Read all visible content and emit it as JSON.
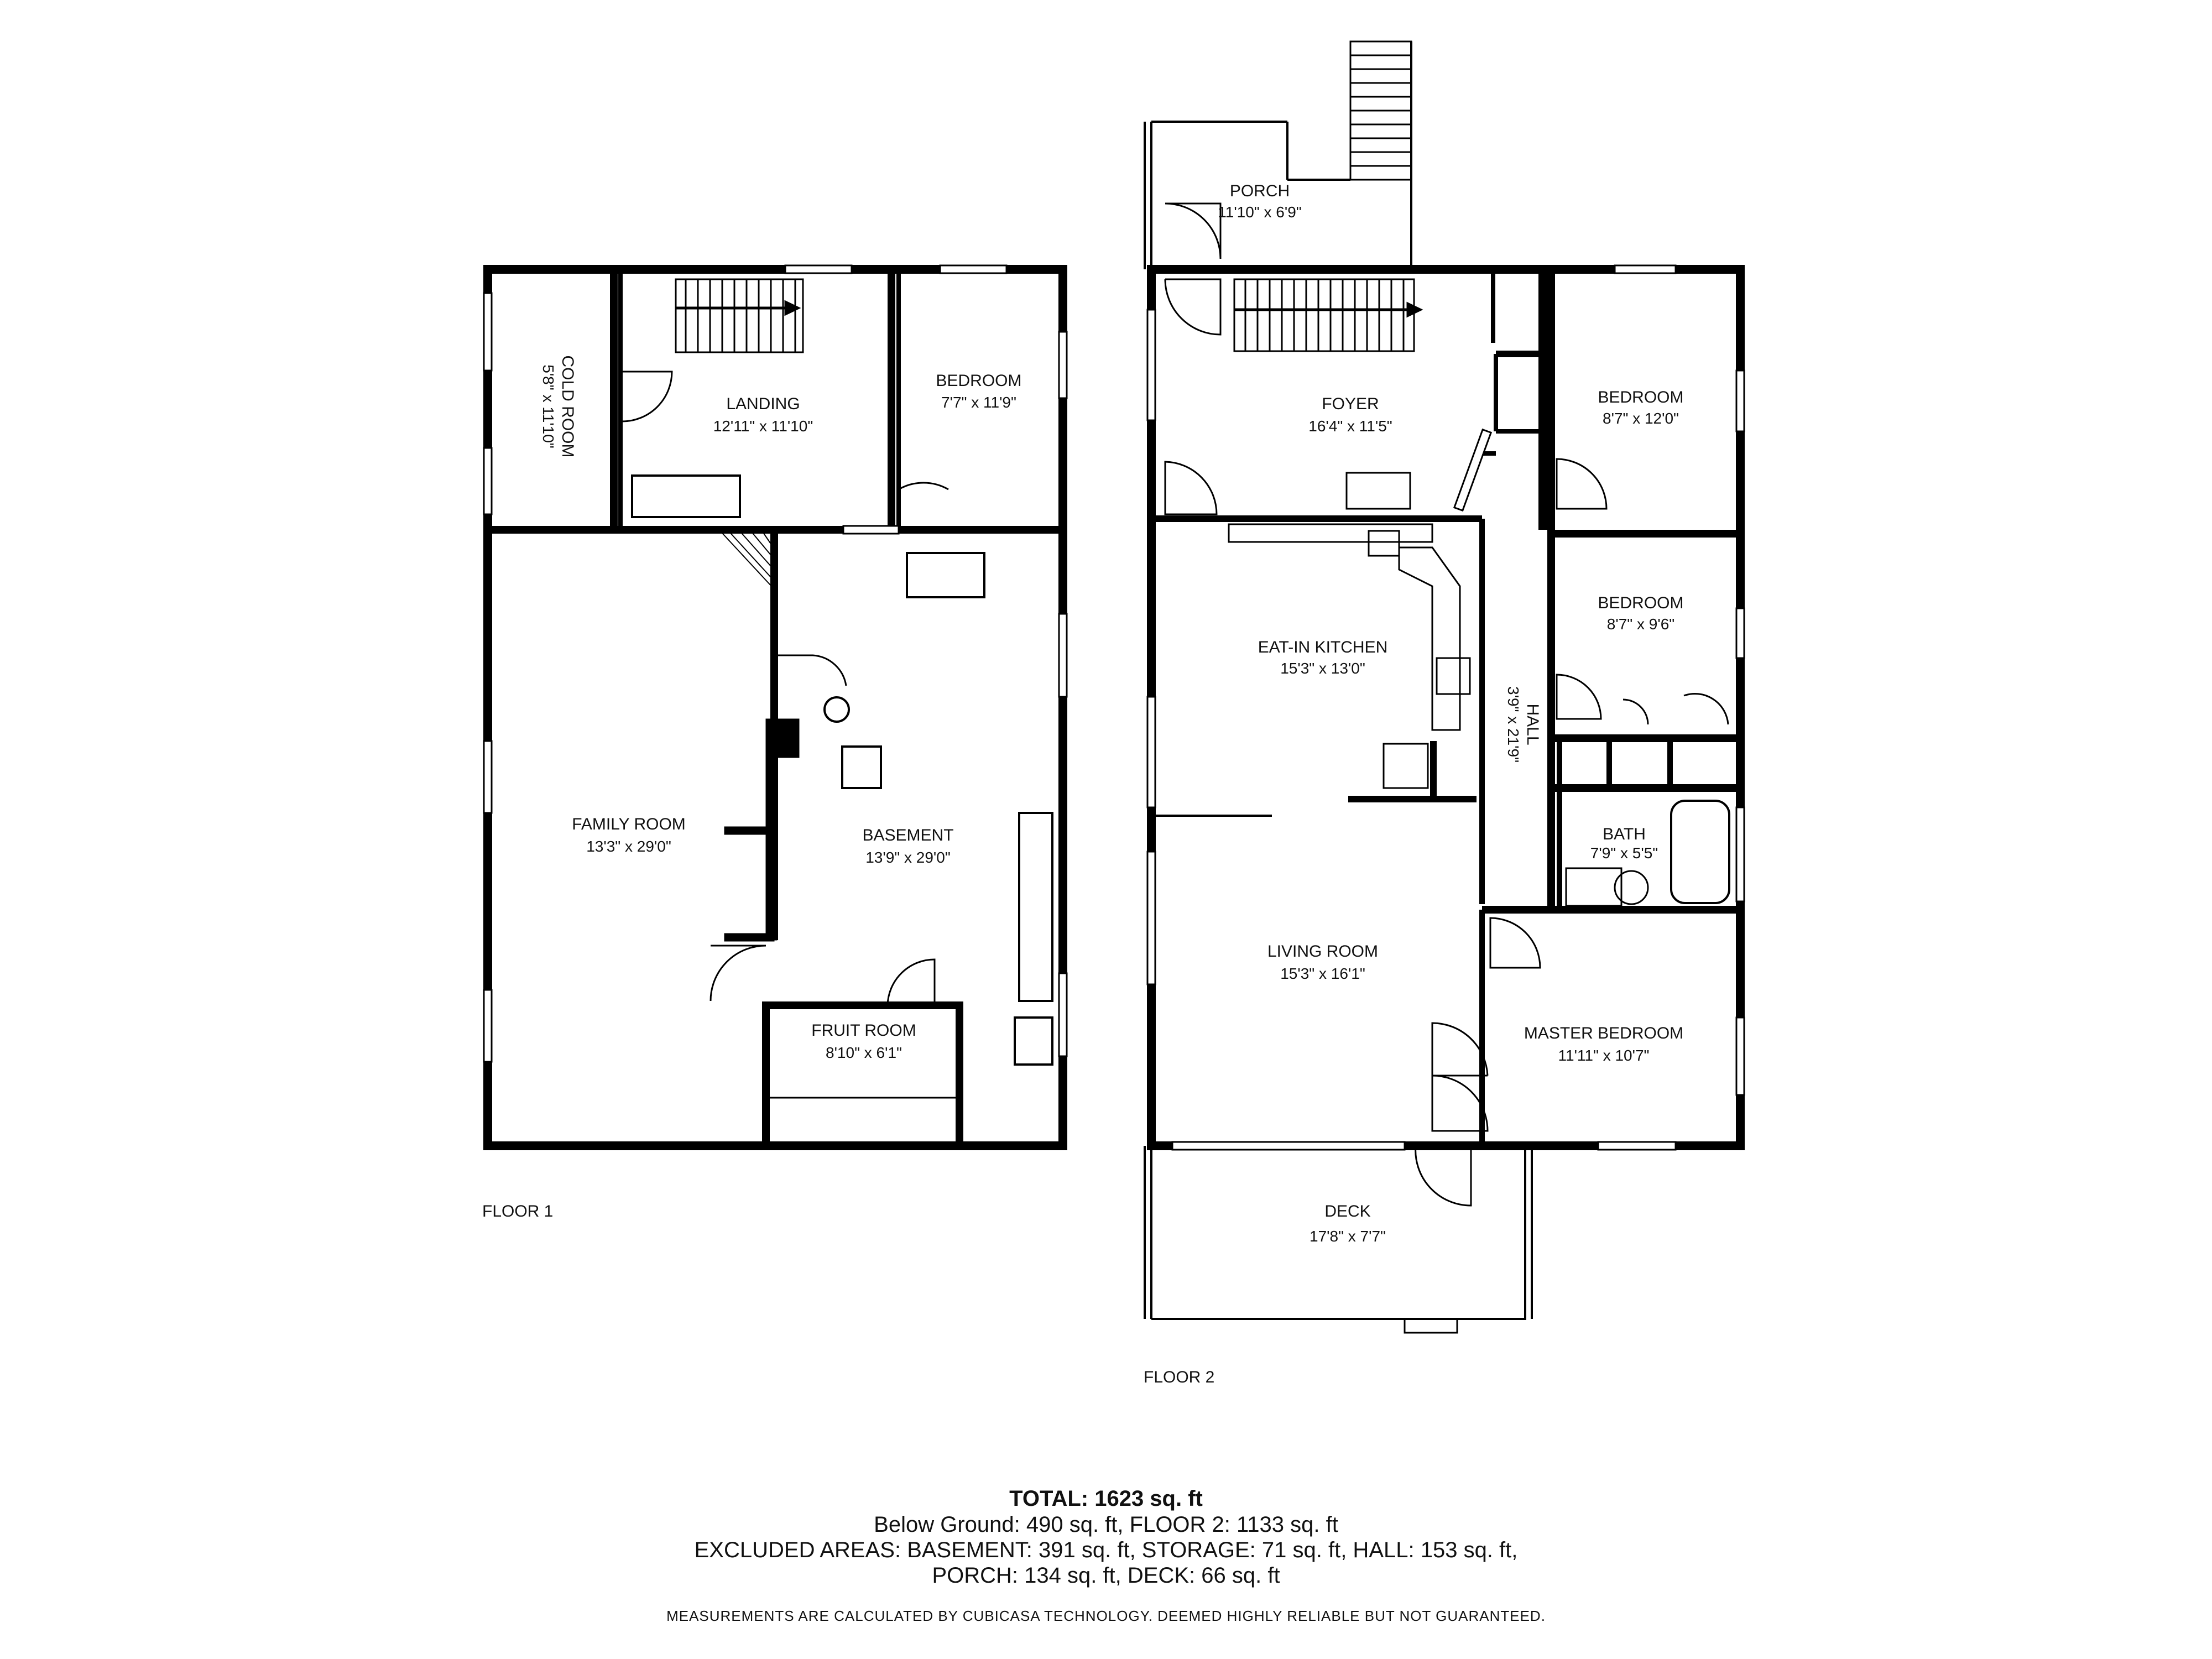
{
  "floors": [
    {
      "label": "FLOOR 1",
      "rooms": [
        {
          "name": "COLD ROOM",
          "dims": "5'8\" x 11'10\""
        },
        {
          "name": "LANDING",
          "dims": "12'11\" x 11'10\""
        },
        {
          "name": "BEDROOM",
          "dims": "7'7\" x 11'9\""
        },
        {
          "name": "FAMILY ROOM",
          "dims": "13'3\" x 29'0\""
        },
        {
          "name": "BASEMENT",
          "dims": "13'9\" x 29'0\""
        },
        {
          "name": "FRUIT ROOM",
          "dims": "8'10\" x 6'1\""
        }
      ]
    },
    {
      "label": "FLOOR 2",
      "rooms": [
        {
          "name": "PORCH",
          "dims": "11'10\" x 6'9\""
        },
        {
          "name": "FOYER",
          "dims": "16'4\" x 11'5\""
        },
        {
          "name": "BEDROOM",
          "dims": "8'7\" x 12'0\""
        },
        {
          "name": "BEDROOM",
          "dims": "8'7\" x 9'6\""
        },
        {
          "name": "EAT-IN KITCHEN",
          "dims": "15'3\" x 13'0\""
        },
        {
          "name": "HALL",
          "dims": "3'9\" x 21'9\""
        },
        {
          "name": "BATH",
          "dims": "7'9\" x 5'5\""
        },
        {
          "name": "LIVING ROOM",
          "dims": "15'3\" x 16'1\""
        },
        {
          "name": "MASTER BEDROOM",
          "dims": "11'11\" x 10'7\""
        },
        {
          "name": "DECK",
          "dims": "17'8\" x 7'7\""
        }
      ]
    }
  ],
  "summary": {
    "total": "TOTAL: 1623 sq. ft",
    "line1": "Below Ground: 490 sq. ft, FLOOR 2: 1133 sq. ft",
    "line2": "EXCLUDED AREAS: BASEMENT: 391 sq. ft, STORAGE: 71 sq. ft, HALL: 153 sq. ft,",
    "line3": "PORCH: 134 sq. ft, DECK: 66 sq. ft",
    "disclaimer": "MEASUREMENTS ARE CALCULATED BY CUBICASA TECHNOLOGY. DEEMED HIGHLY RELIABLE BUT NOT GUARANTEED."
  }
}
